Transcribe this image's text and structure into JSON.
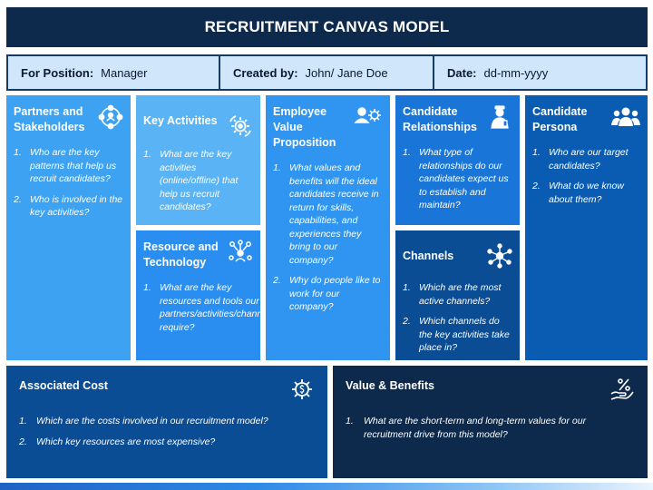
{
  "title": "RECRUITMENT CANVAS MODEL",
  "info": {
    "position_label": "For Position:",
    "position_value": "Manager",
    "created_label": "Created by:",
    "created_value": "John/ Jane Doe",
    "date_label": "Date:",
    "date_value": "dd-mm-yyyy"
  },
  "colors": {
    "navy": "#0d2a4d",
    "light_blue": "#3da2f2",
    "medium_blue": "#1976d8",
    "dark_blue": "#0b4d95",
    "deep_blue": "#0a3a73",
    "info_bg": "#cfe6fb"
  },
  "cards": {
    "partners": {
      "title_1": "Partners and",
      "title_2": "Stakeholders",
      "icon": "network-people-icon",
      "items": [
        {
          "num": "1.",
          "text": "Who are the key patterns that help us recruit candidates?"
        },
        {
          "num": "2.",
          "text": "Who is involved in the key activities?"
        }
      ]
    },
    "key_activities": {
      "title_1": "Key Activities",
      "icon": "gear-cycle-icon",
      "items": [
        {
          "num": "1.",
          "text": "What are the key activities (online/offline) that help us recruit candidates?"
        }
      ]
    },
    "resource": {
      "title_1": "Resource and",
      "title_2": "Technology",
      "icon": "tech-network-icon",
      "items": [
        {
          "num": "1.",
          "text": "What are the key resources and tools our partners/activities/channels require?"
        }
      ]
    },
    "value_prop": {
      "title_1": "Employee Value",
      "title_2": "Proposition",
      "icon": "employee-gear-icon",
      "items": [
        {
          "num": "1.",
          "text": "What values and benefits will the ideal candidates receive in return for skills, capabilities, and experiences they bring to our company?"
        },
        {
          "num": "2.",
          "text": "Why do people like to work for our company?"
        }
      ]
    },
    "relationships": {
      "title_1": "Candidate",
      "title_2": "Relationships",
      "icon": "handshake-icon",
      "items": [
        {
          "num": "1.",
          "text": "What type of relationships do our candidates expect us to establish and maintain?"
        }
      ]
    },
    "channels": {
      "title_1": "Channels",
      "icon": "channels-hub-icon",
      "items": [
        {
          "num": "1.",
          "text": "Which are the most active channels?"
        },
        {
          "num": "2.",
          "text": "Which channels do the key activities take place in?"
        }
      ]
    },
    "persona": {
      "title_1": "Candidate",
      "title_2": "Persona",
      "icon": "group-people-icon",
      "items": [
        {
          "num": "1.",
          "text": "Who are our target candidates?"
        },
        {
          "num": "2.",
          "text": "What do we know about them?"
        }
      ]
    },
    "cost": {
      "title_1": "Associated Cost",
      "icon": "cost-gear-icon",
      "items": [
        {
          "num": "1.",
          "text": "Which are the costs involved in our recruitment model?"
        },
        {
          "num": "2.",
          "text": "Which key resources are most expensive?"
        }
      ]
    },
    "benefits": {
      "title_1": "Value & Benefits",
      "icon": "hand-percent-icon",
      "items": [
        {
          "num": "1.",
          "text": "What are the short-term and long-term values for our recruitment drive from this model?"
        }
      ]
    }
  }
}
